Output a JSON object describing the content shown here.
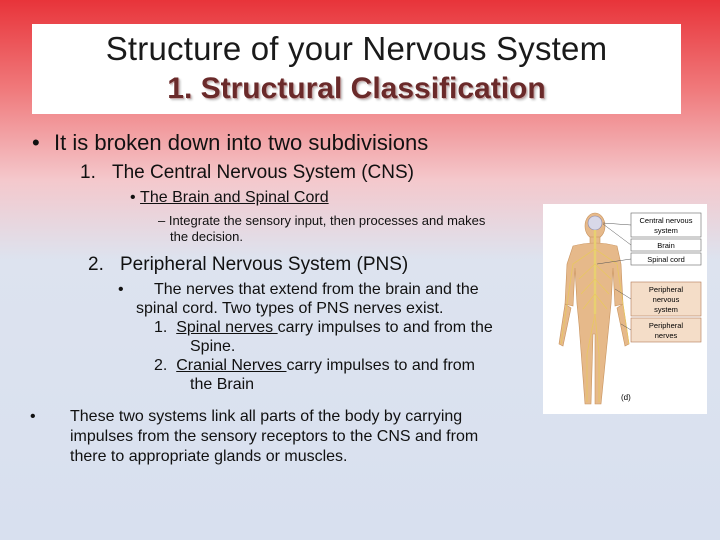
{
  "title": {
    "main": "Structure of your Nervous System",
    "sub": "1. Structural Classification"
  },
  "bullet1": "It is broken down into two subdivisions",
  "cns": {
    "num": "1.",
    "heading": "The Central Nervous System (CNS)",
    "bullet": "The Brain and Spinal Cord",
    "detail_line1": "Integrate the sensory input, then processes and makes",
    "detail_line2": "the decision."
  },
  "pns": {
    "num": "2.",
    "heading": "Peripheral Nervous System (PNS)",
    "desc_line1": "The nerves that extend from the brain and the",
    "desc_line2": "spinal cord.  Two types of PNS nerves exist.",
    "item1_num": "1.",
    "item1_term": "Spinal nerves ",
    "item1_rest": "carry impulses to and from the",
    "item1_line2": "Spine.",
    "item2_num": "2.",
    "item2_term": "Cranial Nerves ",
    "item2_rest": "carry impulses to and from",
    "item2_line2": "the Brain"
  },
  "bottom": {
    "line1": "These two systems link all parts of the body by carrying",
    "line2": "impulses from the sensory receptors to the CNS and from",
    "line3": "there to appropriate glands or muscles."
  },
  "figure": {
    "label_cns": "Central nervous system",
    "label_brain": "Brain",
    "label_spinal": "Spinal cord",
    "label_pns": "Peripheral nervous system",
    "label_pnerves": "Peripheral nerves",
    "panel": "(d)"
  }
}
